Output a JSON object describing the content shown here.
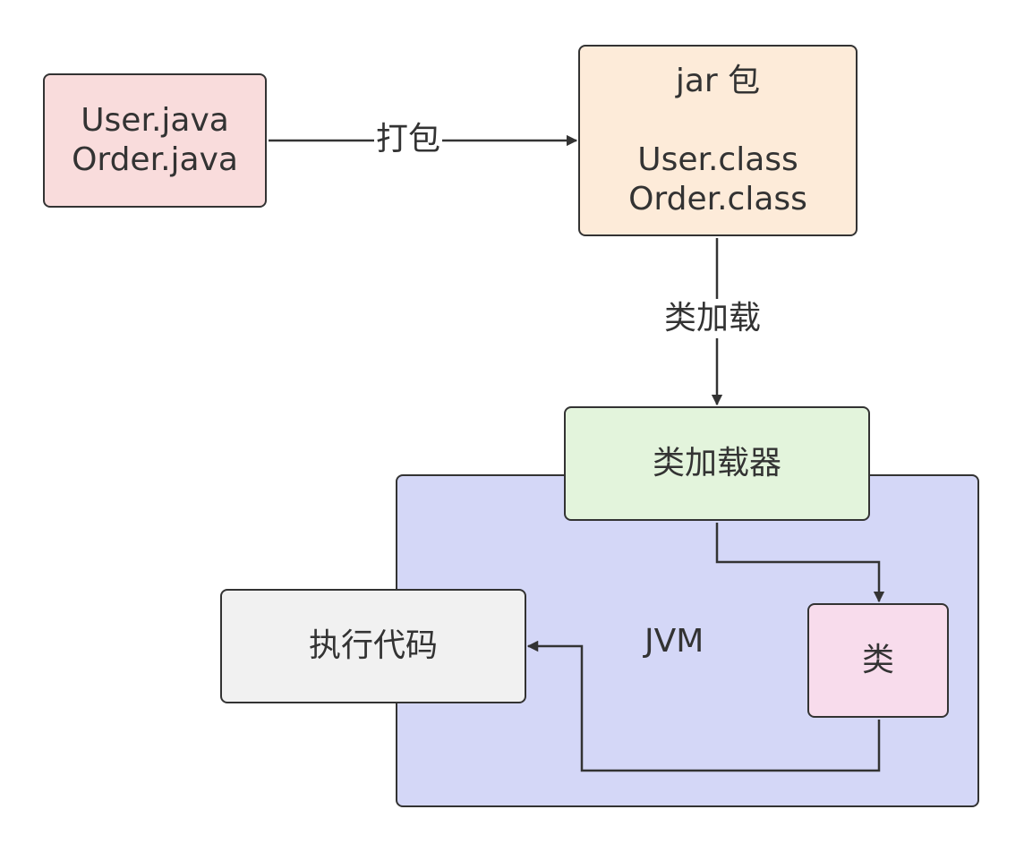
{
  "nodes": {
    "source": {
      "lines": [
        "User.java",
        "Order.java"
      ]
    },
    "jar": {
      "title": "jar 包",
      "lines": [
        "User.class",
        "Order.class"
      ]
    },
    "loader": {
      "label": "类加载器"
    },
    "class": {
      "label": "类"
    },
    "exec": {
      "label": "执行代码"
    }
  },
  "group": {
    "label": "JVM"
  },
  "edges": {
    "package": "打包",
    "classload": "类加载"
  },
  "colors": {
    "source_fill": "#f9dcdc",
    "jar_fill": "#fdebd9",
    "loader_fill": "#e3f4dc",
    "class_fill": "#f8dcec",
    "exec_fill": "#f1f1f1",
    "jvm_fill": "#d4d7f7",
    "stroke": "#333333"
  }
}
